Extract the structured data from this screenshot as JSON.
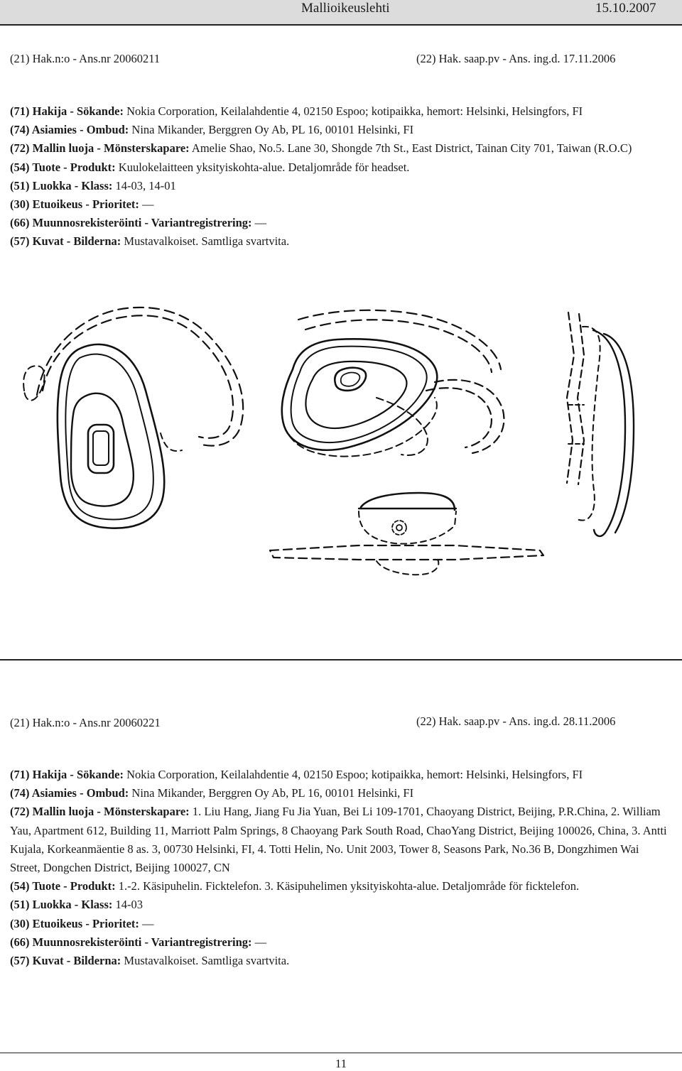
{
  "header": {
    "journal": "Mallioikeuslehti",
    "date": "15.10.2007"
  },
  "records": [
    {
      "appno": "(21) Hak.n:o - Ans.nr 20060211",
      "filing": "(22) Hak. saap.pv - Ans. ing.d. 17.11.2006",
      "f71_label": "(71) Hakija - Sökande:",
      "f71_value": " Nokia Corporation, Keilalahdentie 4, 02150 Espoo; kotipaikka, hemort: Helsinki, Helsingfors, FI",
      "f74_label": "(74) Asiamies - Ombud:",
      "f74_value": " Nina Mikander, Berggren Oy Ab, PL 16, 00101 Helsinki, FI",
      "f72_label": "(72) Mallin luoja - Mönsterskapare:",
      "f72_value": " Amelie Shao, No.5. Lane 30, Shongde 7th St., East District, Tainan City 701, Taiwan (R.O.C)",
      "f54_label": "(54) Tuote - Produkt:",
      "f54_value": " Kuulokelaitteen yksityiskohta-alue. Detaljområde för headset.",
      "f51_label": "(51) Luokka - Klass:",
      "f51_value": " 14-03, 14-01",
      "f30_label": "(30) Etuoikeus - Prioritet:",
      "f30_value": " —",
      "f66_label": "(66) Muunnosrekisteröinti - Variantregistrering:",
      "f66_value": " —",
      "f57_label": "(57) Kuvat - Bilderna:",
      "f57_value": " Mustavalkoiset. Samtliga svartvita."
    },
    {
      "appno": "(21) Hak.n:o - Ans.nr 20060221",
      "filing": "(22) Hak. saap.pv - Ans. ing.d. 28.11.2006",
      "f71_label": "(71) Hakija - Sökande:",
      "f71_value": " Nokia Corporation, Keilalahdentie 4, 02150 Espoo; kotipaikka, hemort: Helsinki, Helsingfors, FI",
      "f74_label": "(74) Asiamies - Ombud:",
      "f74_value": " Nina Mikander, Berggren Oy Ab, PL 16, 00101 Helsinki, FI",
      "f72_label": "(72) Mallin luoja - Mönsterskapare:",
      "f72_value": " 1. Liu Hang, Jiang Fu Jia Yuan, Bei Li 109-1701, Chaoyang District, Beijing, P.R.China, 2. William Yau, Apartment 612, Building 11, Marriott Palm Springs, 8 Chaoyang Park South Road, ChaoYang District, Beijing 100026, China, 3. Antti Kujala, Korkeanmäentie 8 as. 3, 00730 Helsinki, FI, 4. Totti Helin, No. Unit 2003, Tower 8, Seasons Park, No.36 B, Dongzhimen Wai Street, Dongchen District, Beijing 100027, CN",
      "f54_label": "(54) Tuote - Produkt:",
      "f54_value": " 1.-2. Käsipuhelin. Ficktelefon. 3. Käsipuhelimen yksityiskohta-alue. Detaljområde för ficktelefon.",
      "f51_label": "(51) Luokka - Klass:",
      "f51_value": " 14-03",
      "f30_label": "(30) Etuoikeus - Prioritet:",
      "f30_value": " —",
      "f66_label": "(66) Muunnosrekisteröinti - Variantregistrering:",
      "f66_value": " —",
      "f57_label": "(57) Kuvat - Bilderna:",
      "f57_value": " Mustavalkoiset. Samtliga svartvita."
    }
  ],
  "page_number": "11"
}
